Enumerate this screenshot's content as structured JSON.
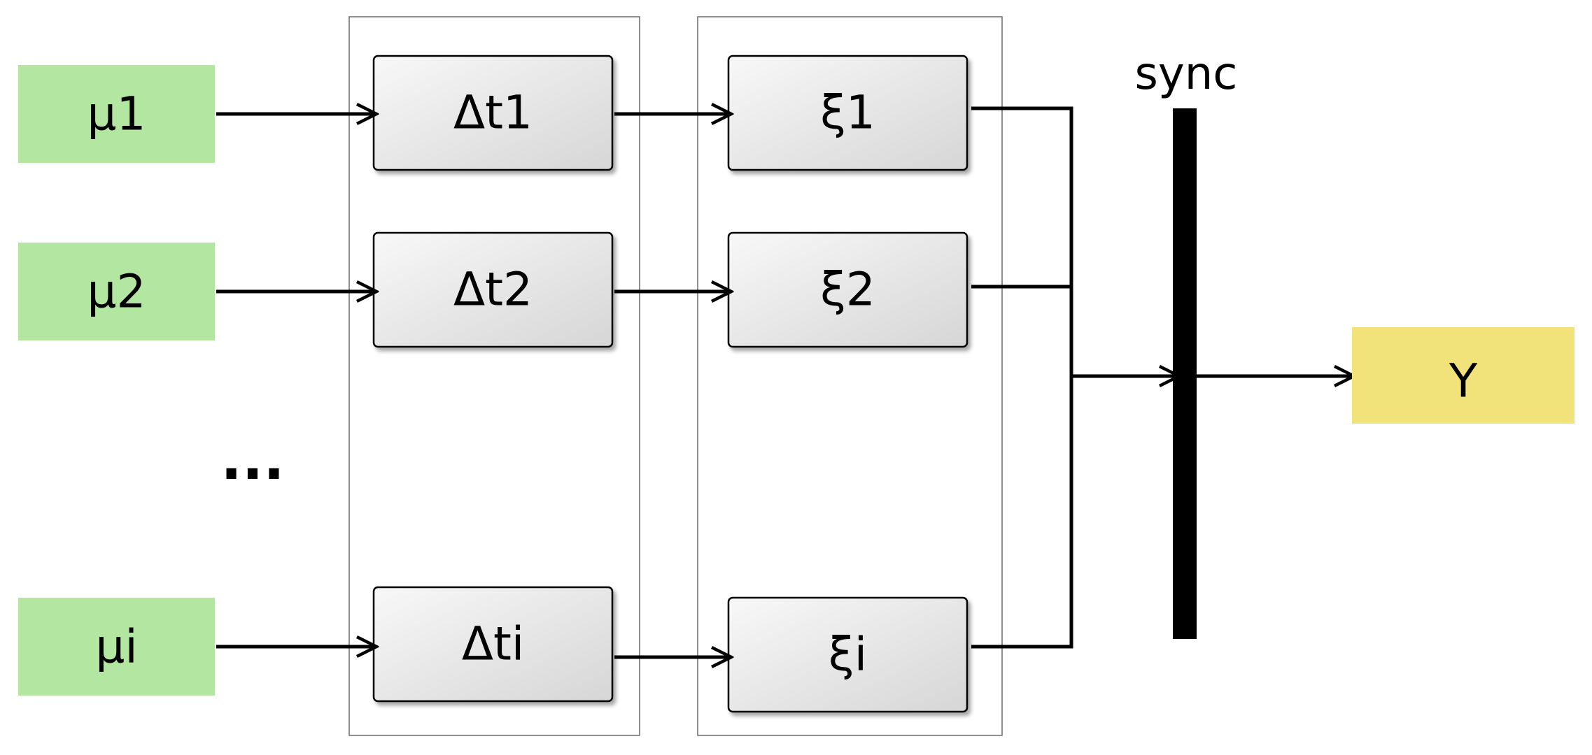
{
  "inputs": [
    {
      "label": "μ1"
    },
    {
      "label": "μ2"
    },
    {
      "label": "μi"
    }
  ],
  "ellipsis": "...",
  "delays": [
    {
      "label": "Δt1"
    },
    {
      "label": "Δt2"
    },
    {
      "label": "Δti"
    }
  ],
  "processes": [
    {
      "label": "ξ1"
    },
    {
      "label": "ξ2"
    },
    {
      "label": "ξi"
    }
  ],
  "sync": {
    "label": "sync"
  },
  "output": {
    "label": "Y"
  },
  "colors": {
    "input_fill": "#b3e6a0",
    "output_fill": "#f2e27a",
    "box_gradient_start": "#f8f8f8",
    "box_gradient_end": "#d6d6d6",
    "bar": "#000000",
    "group_border": "#6a6a6a"
  }
}
